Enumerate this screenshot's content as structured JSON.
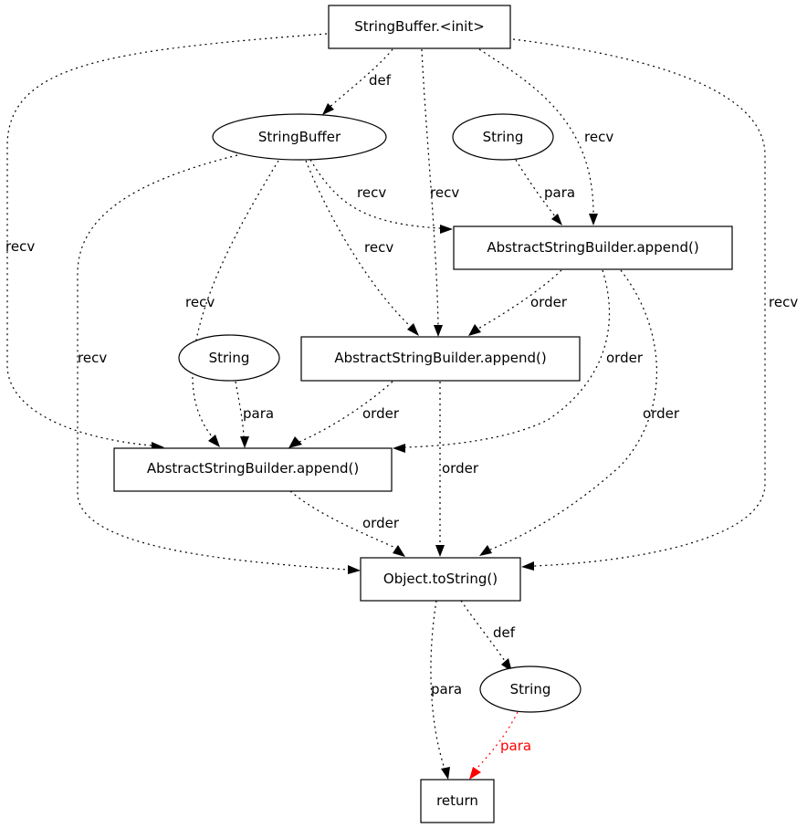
{
  "nodes": {
    "init": "StringBuffer.<init>",
    "sb": "StringBuffer",
    "str_top": "String",
    "append_right": "AbstractStringBuilder.append()",
    "append_mid": "AbstractStringBuilder.append()",
    "str_left": "String",
    "append_left": "AbstractStringBuilder.append()",
    "tostring": "Object.toString()",
    "str_out": "String",
    "ret": "return"
  },
  "edges": {
    "init_sb_def": "def",
    "init_appendleft_recv": "recv",
    "init_appendright_recv": "recv",
    "init_appendmid_recv": "recv",
    "init_tostring_recv": "recv",
    "sb_appendright_recv": "recv",
    "sb_appendmid_recv": "recv",
    "sb_appendleft_recv": "recv",
    "sb_tostring_recv": "recv",
    "strtop_appendright_para": "para",
    "appendright_appendmid_order": "order",
    "appendright_appendleft_order": "order",
    "appendright_tostring_order": "order",
    "strleft_appendleft_para": "para",
    "appendmid_appendleft_order": "order",
    "appendmid_tostring_order": "order",
    "appendleft_tostring_order": "order",
    "tostring_strout_def": "def",
    "tostring_ret_para": "para",
    "strout_ret_para": "para"
  },
  "colors": {
    "highlight": "#ff0000",
    "line": "#000000"
  }
}
